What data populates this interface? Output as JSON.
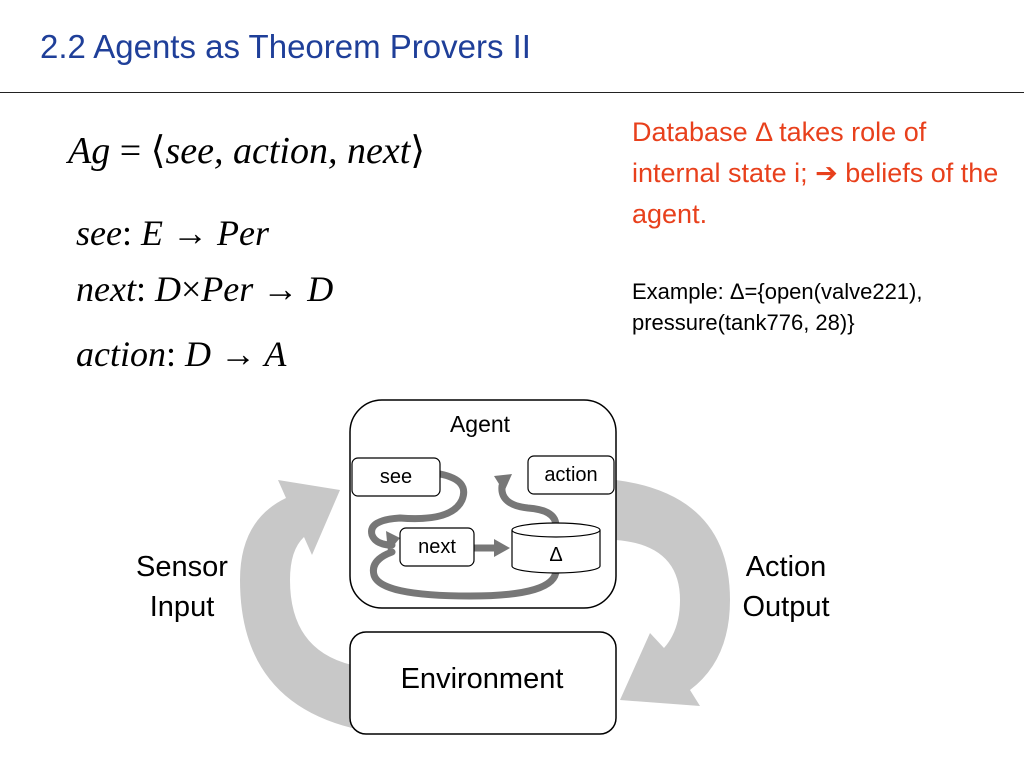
{
  "slide": {
    "title": "2.2 Agents as Theorem Provers II"
  },
  "equations": {
    "eq1": {
      "lhs": "Ag",
      "eq": "=",
      "lang": "⟨",
      "items": "see, action, next",
      "rang": "⟩"
    },
    "eq2": {
      "fn": "see",
      "colon": ":",
      "domain": "E",
      "arrow": "→",
      "codomain": "Per"
    },
    "eq3": {
      "fn": "next",
      "colon": ":",
      "domain": "D",
      "times": "×",
      "domain2": "Per",
      "arrow": "→",
      "codomain": "D"
    },
    "eq4": {
      "fn": "action",
      "colon": ":",
      "domain": "D",
      "arrow": "→",
      "codomain": "A"
    }
  },
  "notes": {
    "database": "Database Δ takes role of internal state i; ➔ beliefs of the agent.",
    "example_line1": "Example: Δ={open(valve221),",
    "example_line2": "pressure(tank776, 28)}"
  },
  "diagram": {
    "agent_label": "Agent",
    "see_label": "see",
    "action_label": "action",
    "next_label": "next",
    "delta_label": "Δ",
    "environment_label": "Environment",
    "sensor_line1": "Sensor",
    "sensor_line2": "Input",
    "output_line1": "Action",
    "output_line2": "Output"
  },
  "colors": {
    "title": "#1f3f99",
    "note_red": "#e8401c",
    "big_arrow": "#c8c8c8",
    "inner_arrow": "#777777"
  }
}
